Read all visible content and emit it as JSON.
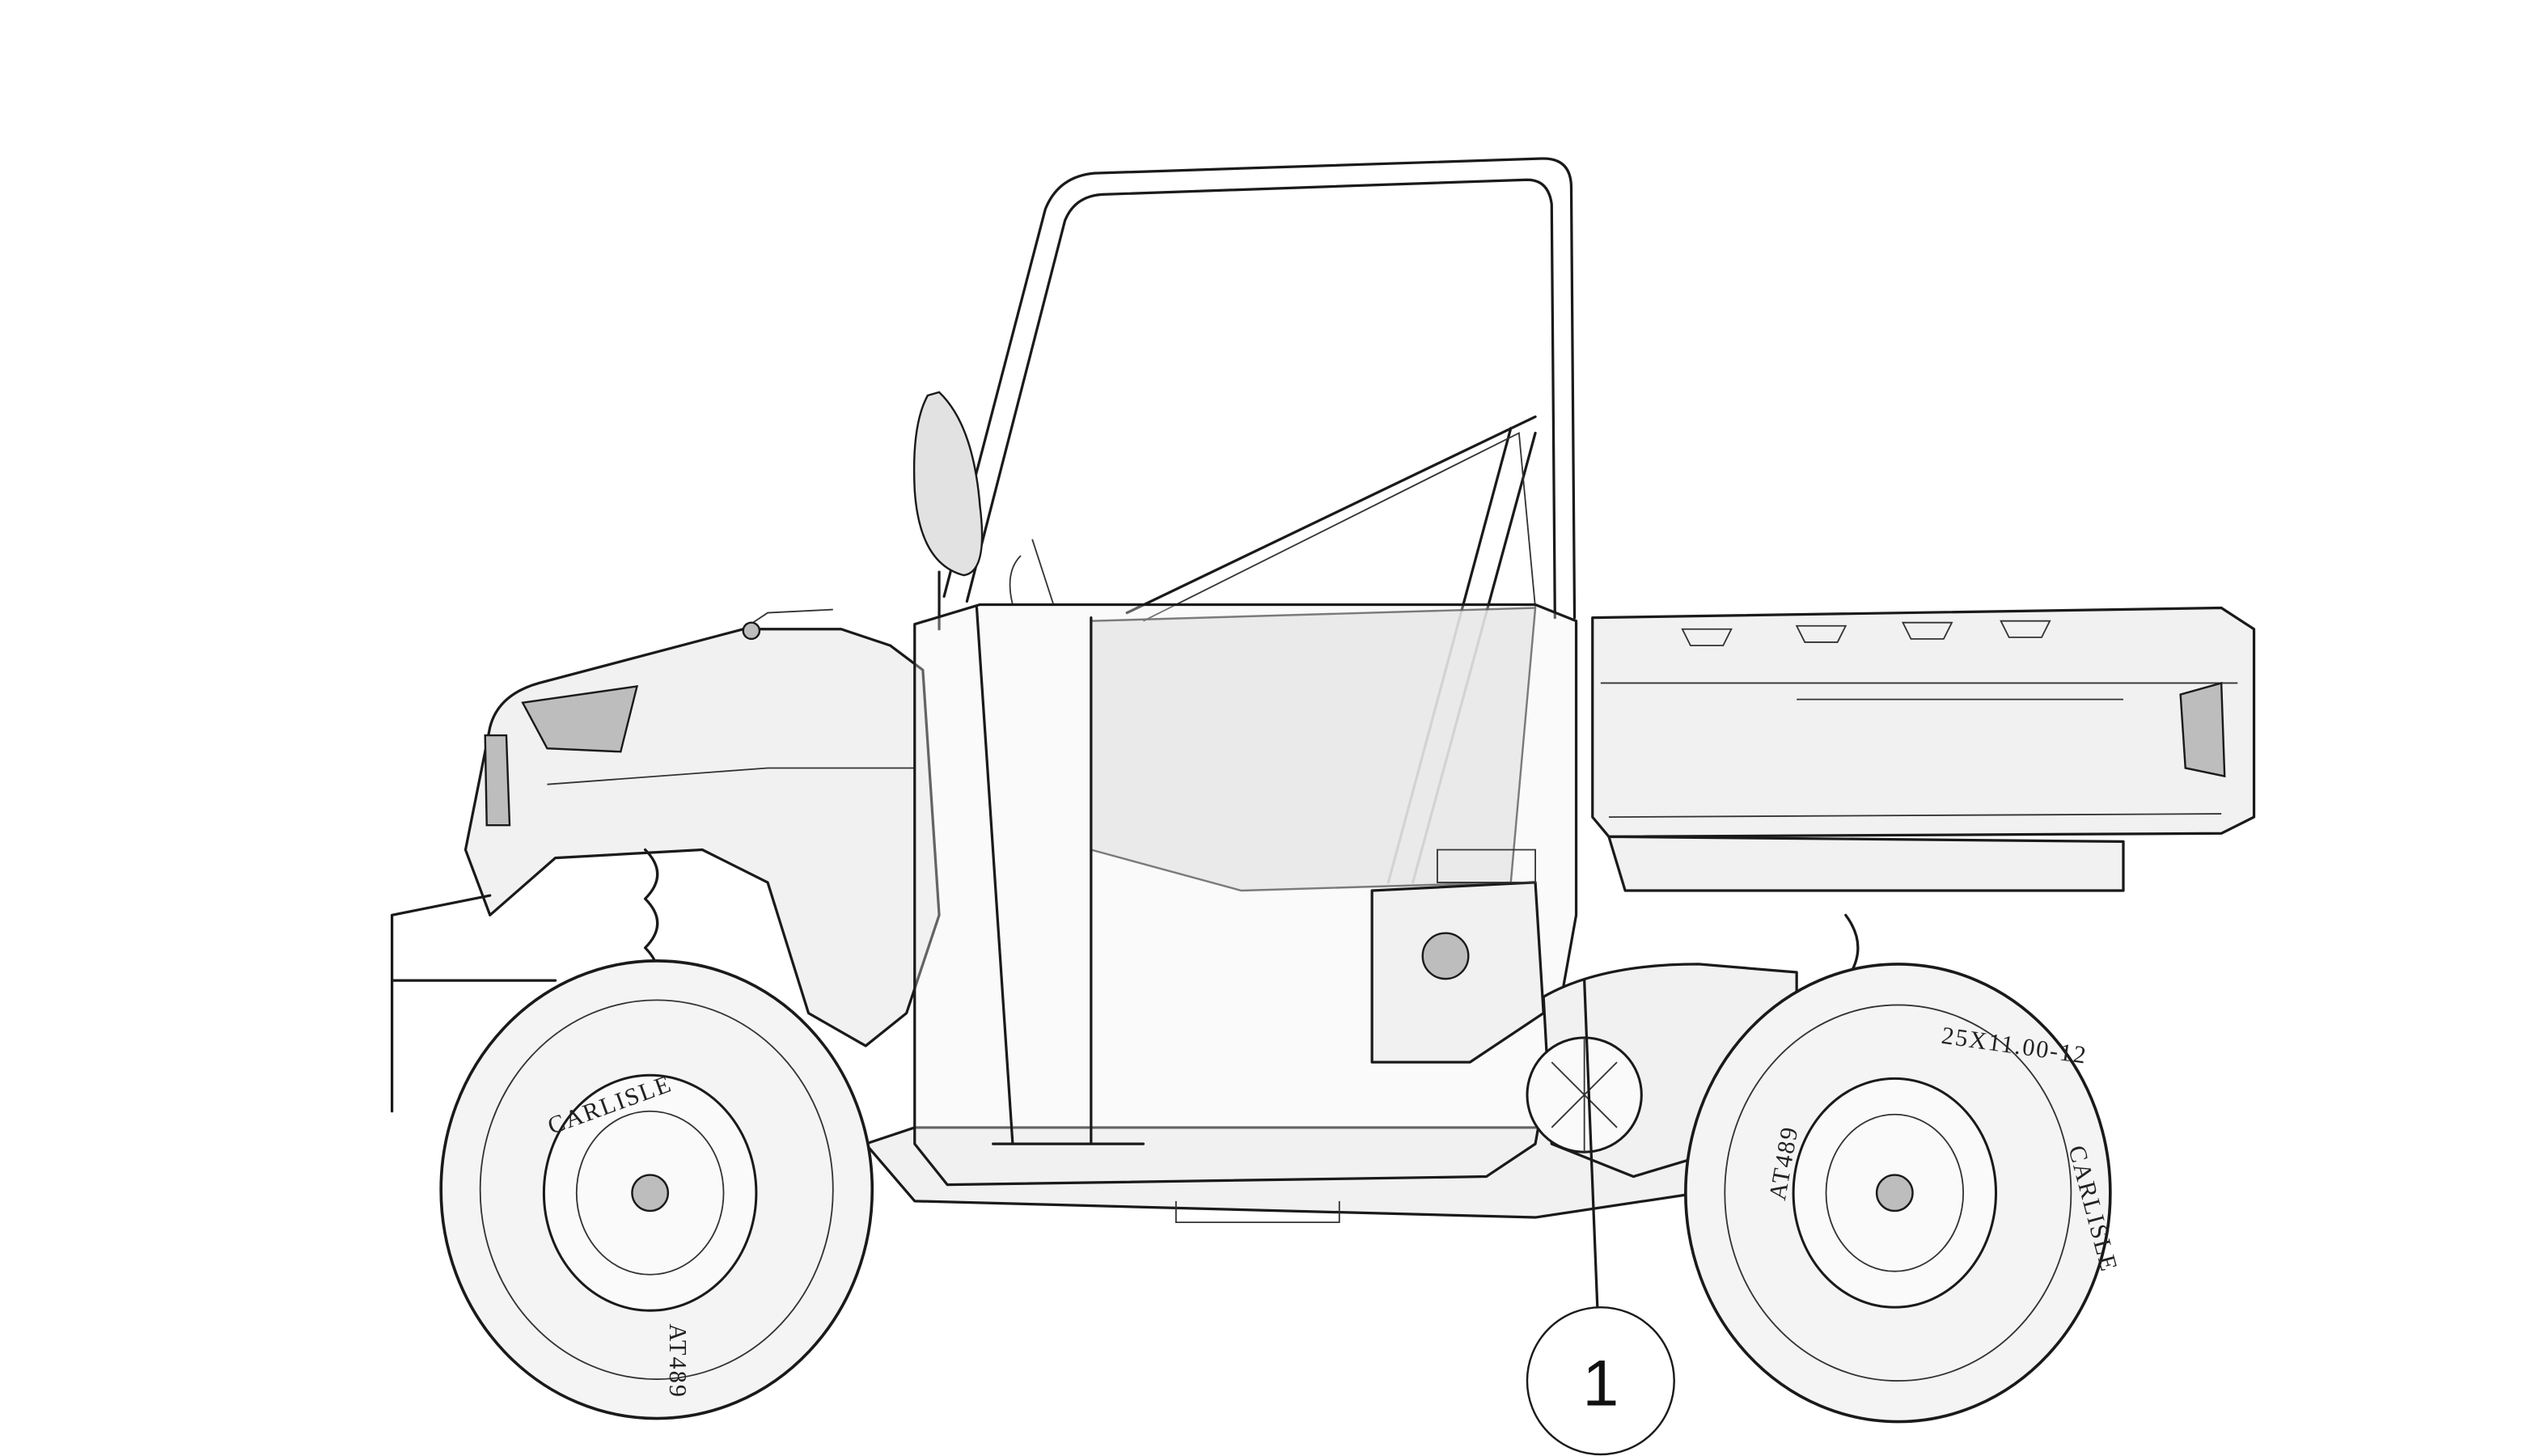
{
  "illustration": {
    "subject": "utility-vehicle-side-view",
    "tire_lettering": {
      "brand": "CARLISLE",
      "model": "AT489",
      "size": "25X11.00-12"
    },
    "callouts": [
      {
        "label": "1"
      }
    ],
    "colors": {
      "line": "#1a1a1a",
      "fill": "#f1f1f1",
      "glass": "#e2e2e2"
    }
  }
}
